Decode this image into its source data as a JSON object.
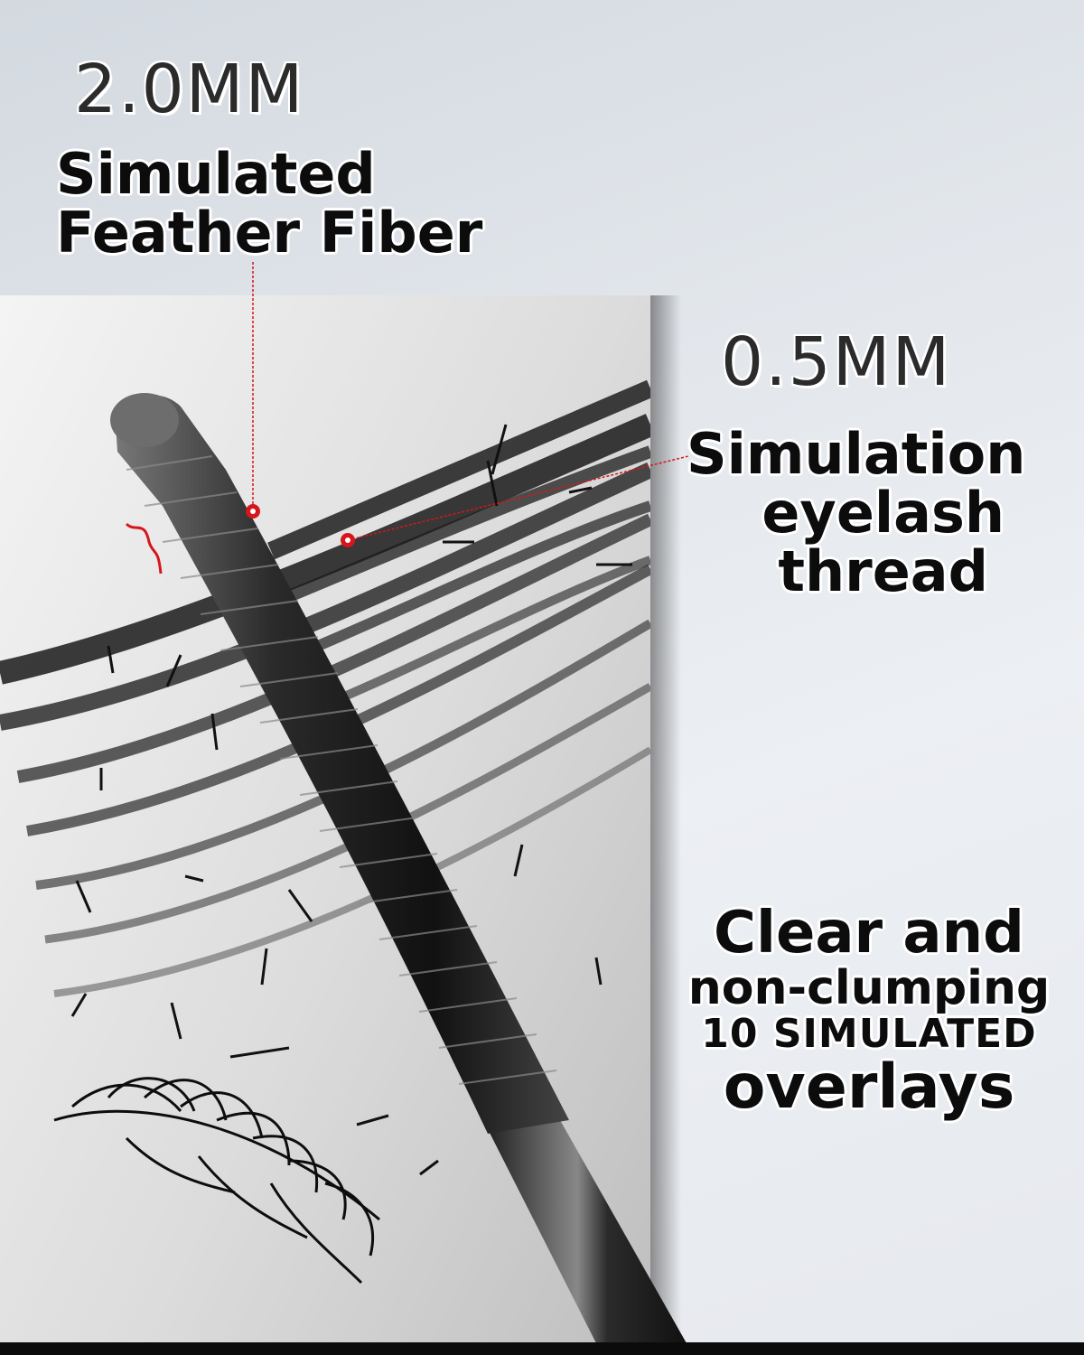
{
  "callouts": {
    "feather": {
      "size": "2.0MM",
      "line1": "Simulated",
      "line2": "Feather Fiber"
    },
    "thread": {
      "size": "0.5MM",
      "line1": "Simulation",
      "line2": "eyelash",
      "line3": "thread"
    },
    "effect": {
      "line1": "Clear and",
      "line2": "non-clumping",
      "line3": "10 SIMULATED",
      "line4": "overlays"
    }
  },
  "colors": {
    "marker": "#d6161c",
    "bristle": "#1a1a1a"
  }
}
